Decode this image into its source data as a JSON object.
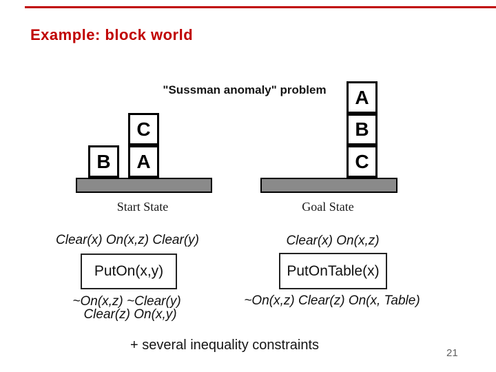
{
  "title": "Example: block world",
  "accent_color": "#c00000",
  "diagram": {
    "caption": "\"Sussman anomaly\" problem",
    "start_state": {
      "label": "Start State",
      "block_b": "B",
      "block_c": "C",
      "block_a": "A"
    },
    "goal_state": {
      "label": "Goal State",
      "block_a": "A",
      "block_b": "B",
      "block_c": "C"
    }
  },
  "operators": {
    "puton": {
      "preconditions": "Clear(x) On(x,z) Clear(y)",
      "name": "PutOn(x,y)",
      "effects_line1": "~On(x,z) ~Clear(y)",
      "effects_line2": "Clear(z) On(x,y)"
    },
    "putontable": {
      "preconditions": "Clear(x) On(x,z)",
      "name": "PutOnTable(x)",
      "effects": "~On(x,z) Clear(z) On(x, Table)"
    }
  },
  "footnote": "+ several inequality constraints",
  "page_number": "21"
}
